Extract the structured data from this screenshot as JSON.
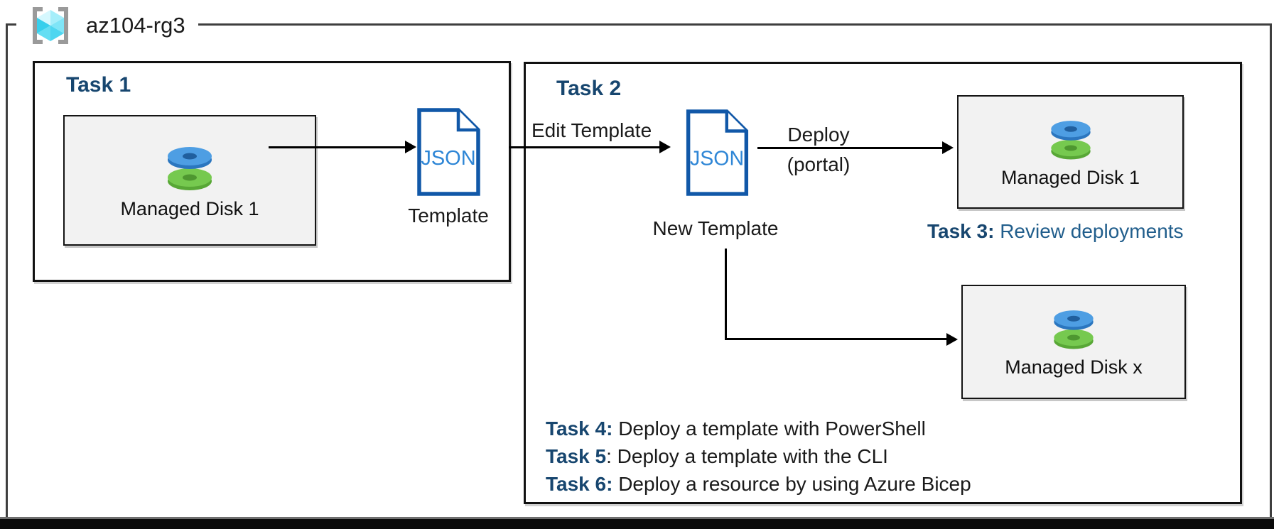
{
  "resource_group": {
    "name": "az104-rg3"
  },
  "task1": {
    "title": "Task 1",
    "disk_box": {
      "label": "Managed Disk 1"
    },
    "template": {
      "icon_text": "JSON",
      "caption": "Template"
    }
  },
  "task2": {
    "title": "Task 2",
    "edit_arrow_label": "Edit Template",
    "new_template": {
      "icon_text": "JSON",
      "caption": "New Template"
    },
    "deploy_arrow": {
      "line1": "Deploy",
      "line2": "(portal)"
    },
    "disk1_box": {
      "label": "Managed Disk 1"
    },
    "task3": {
      "prefix": "Task 3:",
      "text": " Review deployments"
    },
    "diskx_box": {
      "label": "Managed Disk x"
    },
    "tasks": [
      {
        "prefix": "Task 4:",
        "text": " Deploy a template with PowerShell"
      },
      {
        "prefix": "Task 5",
        "text": ": Deploy a template with the CLI"
      },
      {
        "prefix": "Task 6:",
        "text": " Deploy a resource by using Azure Bicep"
      }
    ]
  },
  "colors": {
    "task_title_navy": "#17466F",
    "task3_blue": "#215E8C",
    "json_border_blue": "#1158A8",
    "json_text_blue": "#2E86D6",
    "resource_box_gray": "#F2F2F2",
    "disk_blue": "#4E9EE3",
    "disk_green": "#76C94F",
    "cube_cyan": "#50D6F0"
  }
}
